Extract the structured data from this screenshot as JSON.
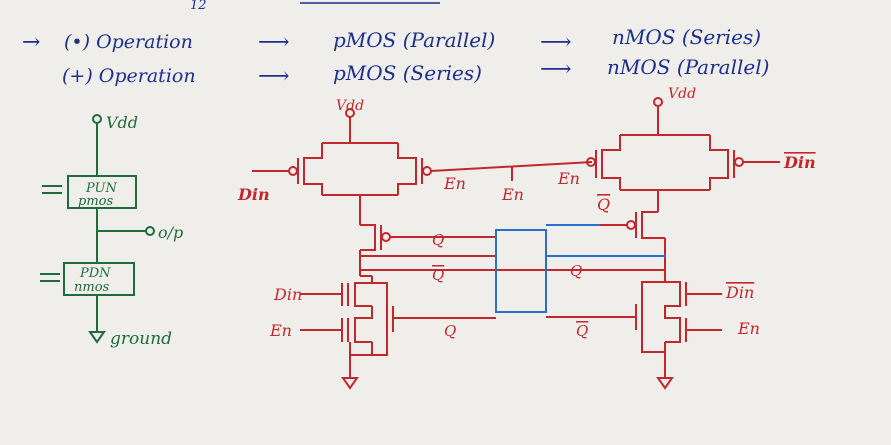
{
  "colors": {
    "paper": "#efeeea",
    "blue_ink": "#1d2f8c",
    "green_ink": "#1f6b3a",
    "red_ink": "#c1272d",
    "latch_wire": "#2a6fc9"
  },
  "notes": {
    "top_fragment": "12",
    "line1": {
      "arrow": "→",
      "label": "(•) Operation",
      "arrow2": "⟶",
      "left": "pMOS (Parallel)",
      "arrow3": "⟶",
      "right": "nMOS (Series)"
    },
    "line2": {
      "label": "(+) Operation",
      "arrow2": "⟶",
      "left": "pMOS (Series)",
      "arrow3": "⟶",
      "right": "nMOS (Parallel)"
    }
  },
  "cmos_block": {
    "vdd": "Vdd",
    "pun_line1": "PUN",
    "pun_line2": "pmos",
    "output": "o/p",
    "pdn_line1": "PDN",
    "pdn_line2": "nmos",
    "ground": "ground"
  },
  "circuit": {
    "vdd_left": "Vdd",
    "vdd_right": "Vdd",
    "din": "Din",
    "din_bar": "Din",
    "en1": "En",
    "en2": "En",
    "en3": "En",
    "en_left": "En",
    "en_right": "En",
    "q_top": "Q",
    "qbar_top": "Q",
    "q_mid": "Q",
    "q_bottom": "Q",
    "qbar_bottom": "Q",
    "qbar_right": "Q"
  }
}
